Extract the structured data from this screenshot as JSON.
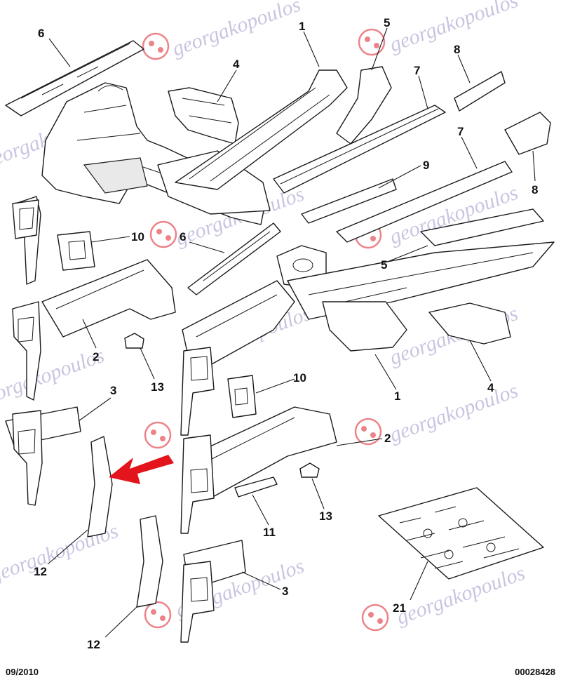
{
  "watermark": {
    "text": "georgakopoulos",
    "color": "#9a97c9",
    "logo_color": "#e0303a"
  },
  "arrow_color": "#e3141b",
  "callouts": {
    "c1a": "1",
    "c5a": "5",
    "c6a": "6",
    "c4a": "4",
    "c7a": "7",
    "c8a": "8",
    "c7b": "7",
    "c9": "9",
    "c8b": "8",
    "c10a": "10",
    "c6b": "6",
    "c5b": "5",
    "c2a": "2",
    "c13a": "13",
    "c1b": "1",
    "c4b": "4",
    "c3a": "3",
    "c10b": "10",
    "c2b": "2",
    "c11": "11",
    "c13b": "13",
    "c12a": "12",
    "c3b": "3",
    "c21": "21",
    "c12b": "12"
  },
  "footer": {
    "date": "09/2010",
    "code": "00028428"
  }
}
